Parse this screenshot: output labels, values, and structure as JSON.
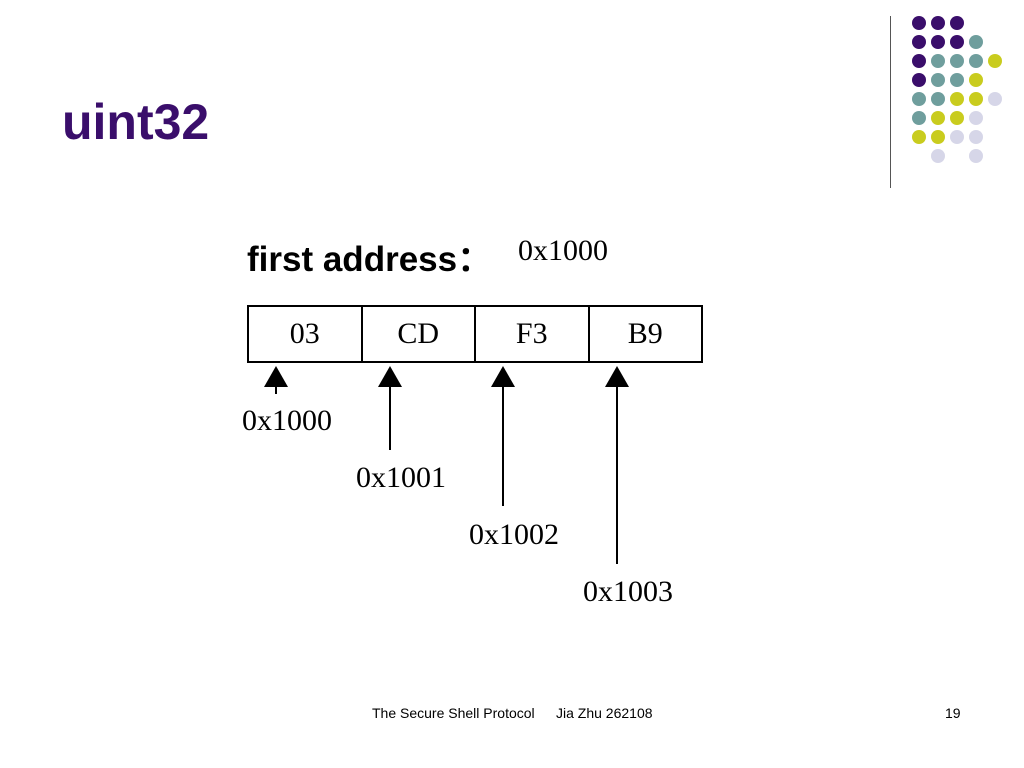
{
  "slide": {
    "title": "uint32",
    "footer_title": "The Secure Shell Protocol",
    "footer_author": "Jia Zhu 262108",
    "page_number": "19"
  },
  "diagram": {
    "first_address_label": "first address：",
    "first_address_value": "0x1000",
    "bytes": [
      "03",
      "CD",
      "F3",
      "B9"
    ],
    "addresses": [
      "0x1000",
      "0x1001",
      "0x1002",
      "0x1003"
    ]
  },
  "decoration": {
    "colors": {
      "purple": "#3a0e6b",
      "teal": "#6f9e9d",
      "yellow": "#c9cc1e",
      "lavender": "#d6d6e8"
    }
  }
}
